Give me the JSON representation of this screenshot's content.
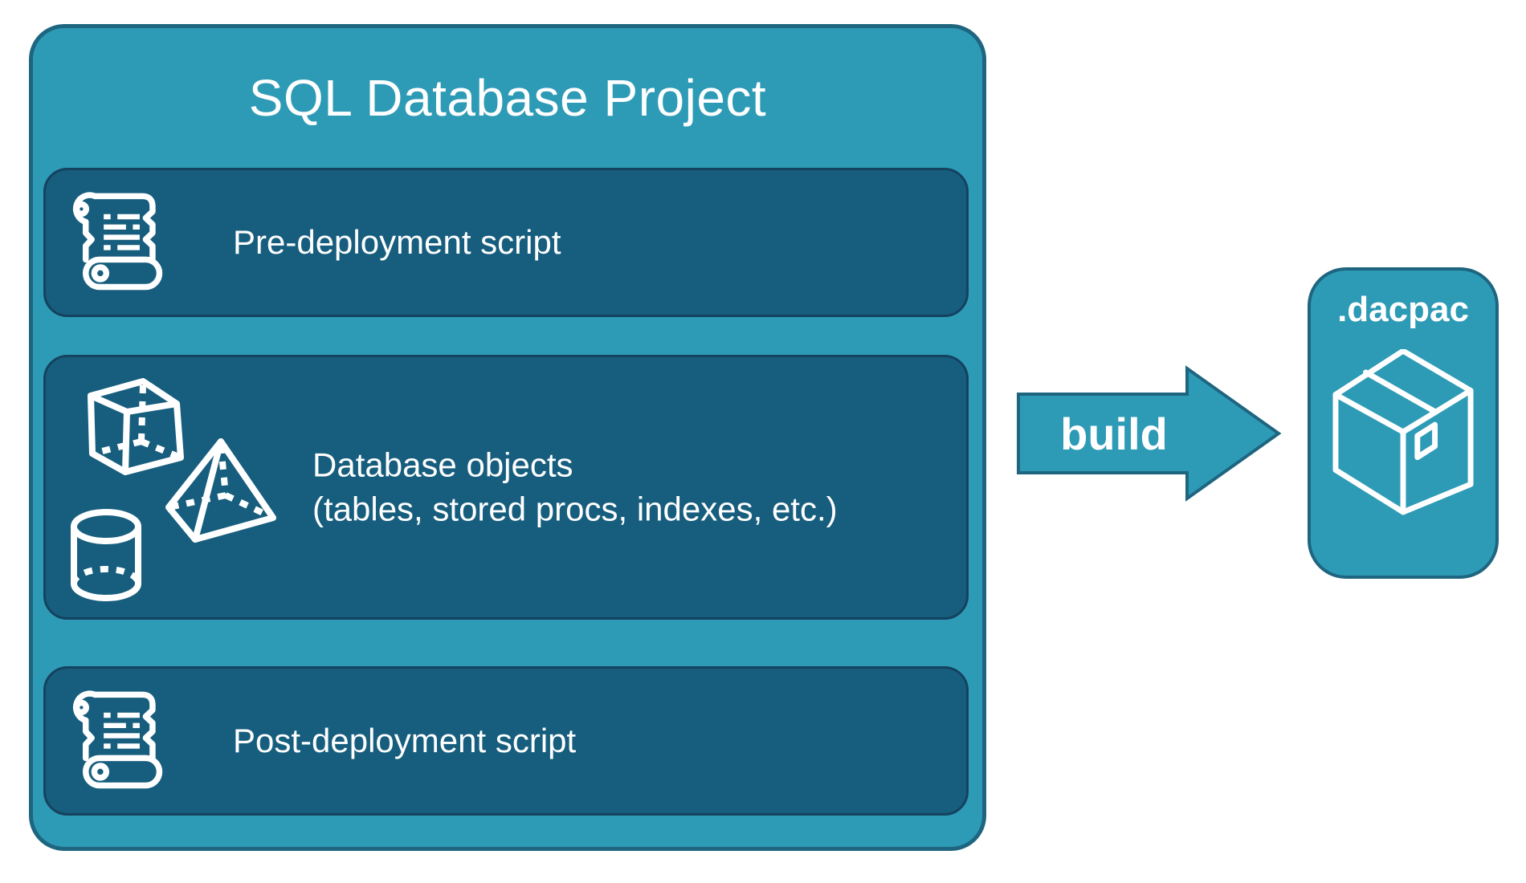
{
  "project": {
    "title": "SQL Database Project",
    "items": [
      {
        "label": "Pre-deployment script",
        "icon": "scroll-icon"
      },
      {
        "label_line1": "Database objects",
        "label_line2": "(tables, stored procs, indexes, etc.)",
        "icon": "geometry-shapes-icon"
      },
      {
        "label": "Post-deployment script",
        "icon": "scroll-icon"
      }
    ]
  },
  "arrow": {
    "label": "build"
  },
  "output": {
    "label": ".dacpac",
    "icon": "package-icon"
  },
  "colors": {
    "teal": "#2E9BB6",
    "teal_border": "#1E6580",
    "panel": "#175E7E",
    "panel_border": "#14425F",
    "text": "#FFFFFF",
    "background": "#FFFFFF"
  }
}
